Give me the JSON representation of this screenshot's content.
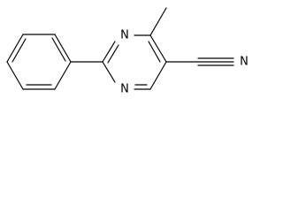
{
  "molecule": {
    "atoms": {
      "n3": "N",
      "n1": "N",
      "nitrile_n": "N"
    }
  },
  "colors": {
    "bond": "#000000",
    "background": "#ffffff"
  }
}
